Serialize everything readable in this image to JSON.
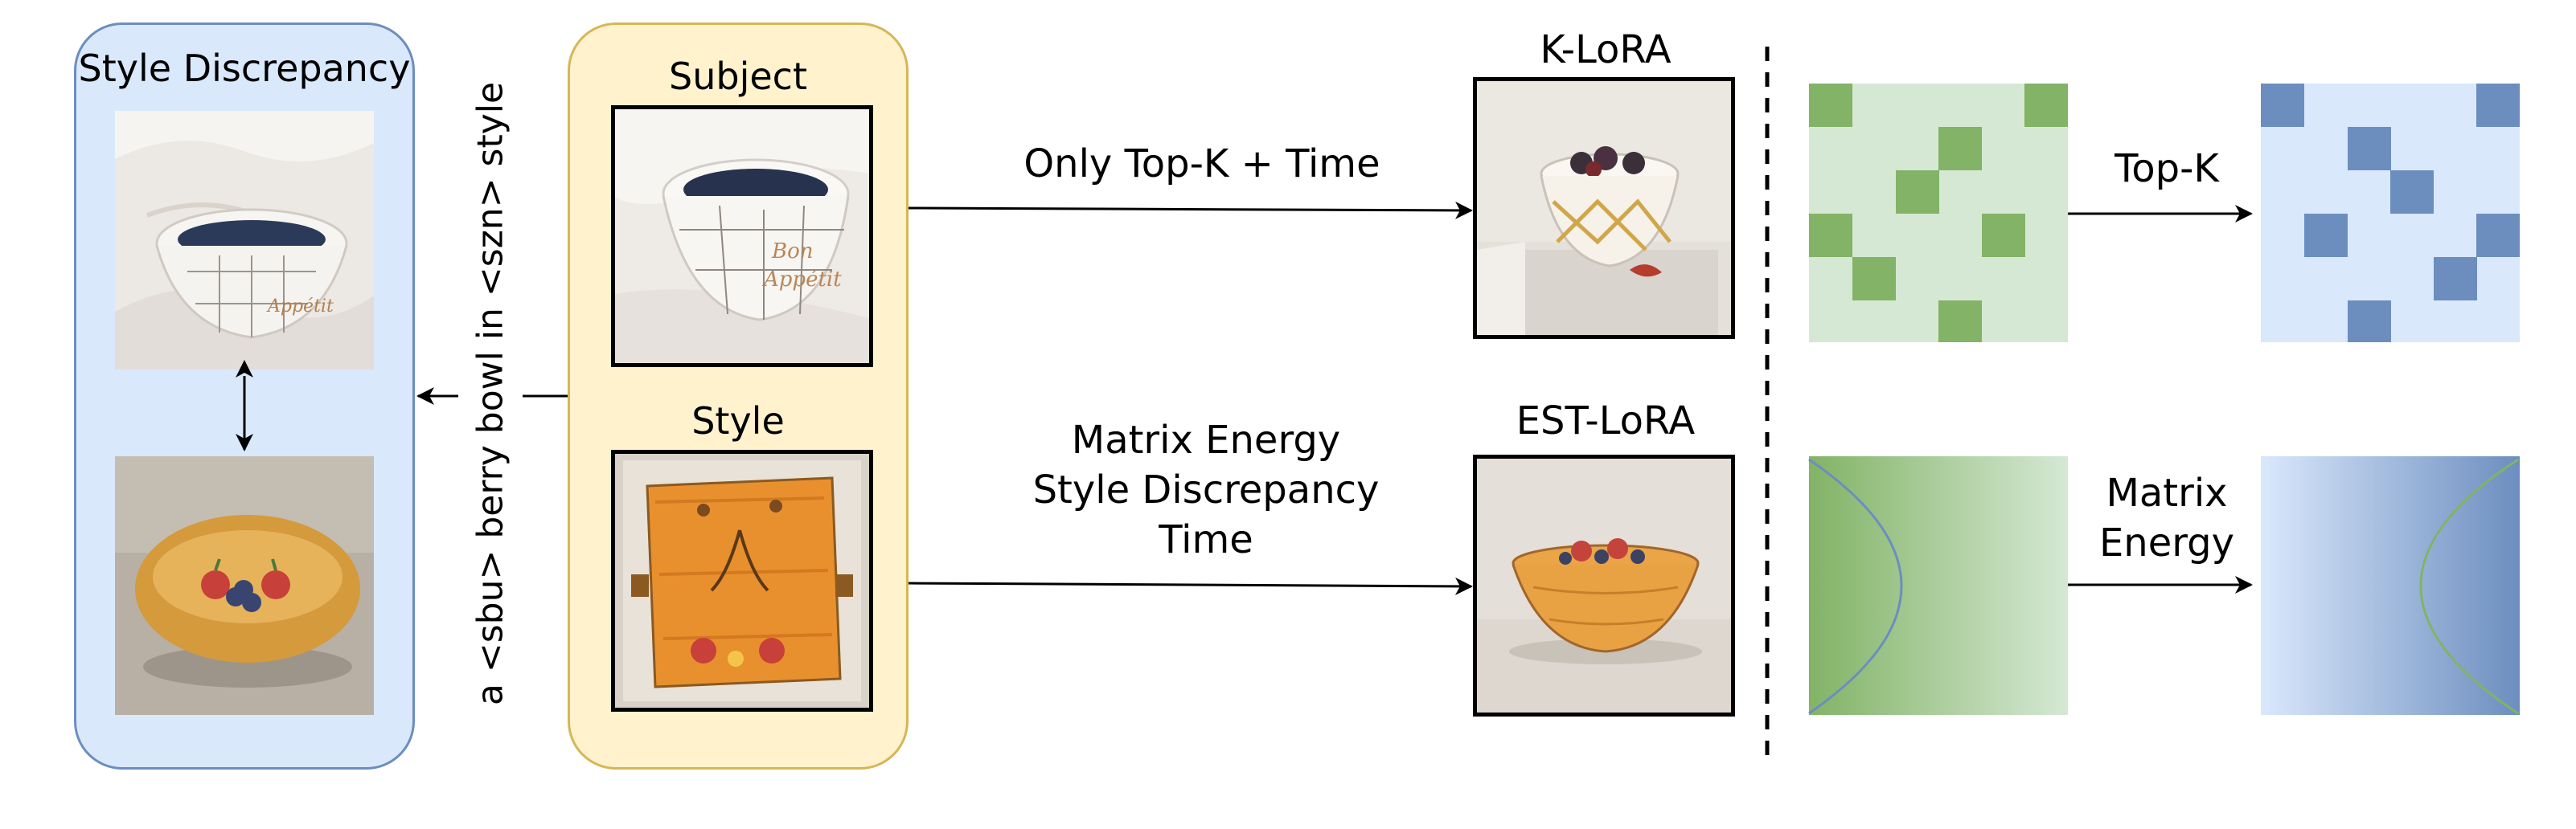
{
  "left_panel": {
    "title": "Style Discrepancy"
  },
  "prompt": {
    "text": "a <sbu> berry bowl in <szn> style"
  },
  "inputs": {
    "subject_label": "Subject",
    "style_label": "Style"
  },
  "methods": {
    "top_path_label": "Only Top-K + Time",
    "bottom_path_label_lines": [
      "Matrix Energy",
      "Style Discrepancy",
      "Time"
    ],
    "top_output_label": "K-LoRA",
    "bottom_output_label": "EST-LoRA"
  },
  "matrices": {
    "top_label": "Top-K",
    "bottom_label_lines": [
      "Matrix",
      "Energy"
    ]
  },
  "colors": {
    "panel_blue_fill": "#dae8fc",
    "panel_yellow_fill": "#fff2cc",
    "green_light": "#d5e8d4",
    "green_dark": "#82b366",
    "blue_light": "#dae8fc",
    "blue_dark": "#6c8ebf"
  }
}
